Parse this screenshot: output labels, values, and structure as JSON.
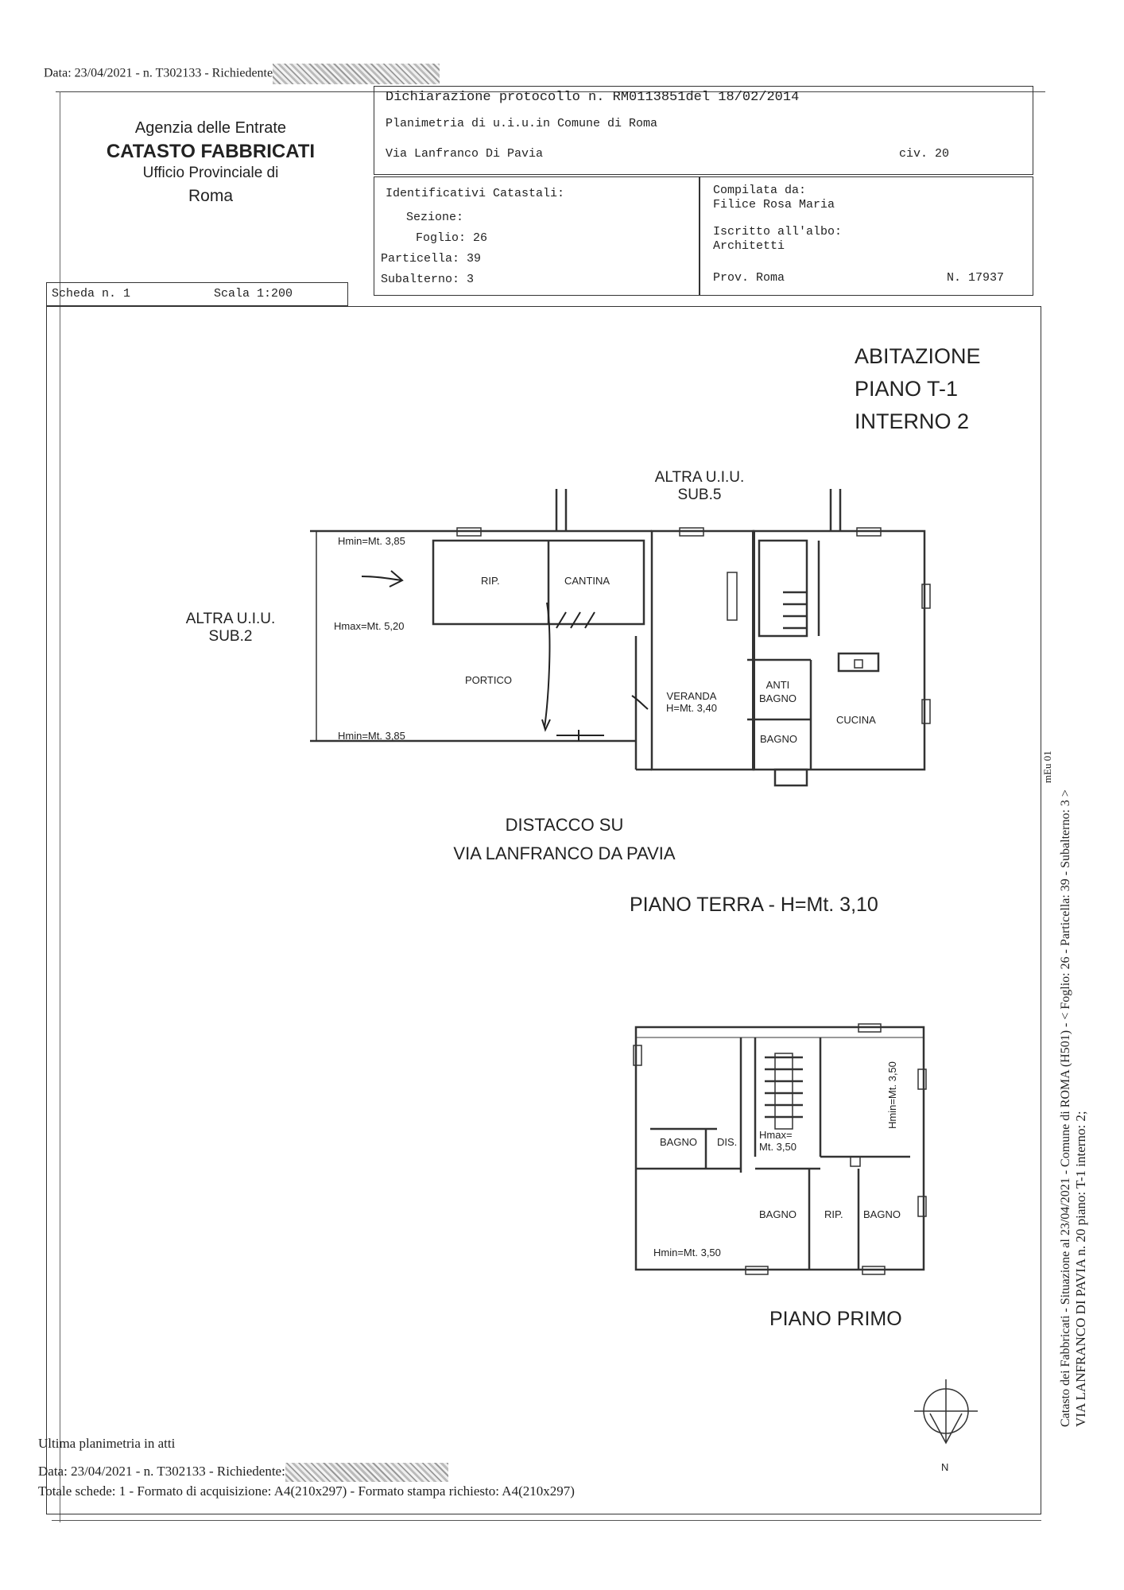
{
  "header": {
    "top_line": "Data: 23/04/2021 - n. T302133 - Richiedente"
  },
  "agency": {
    "line1": "Agenzia delle Entrate",
    "line2": "CATASTO FABBRICATI",
    "line3": "Ufficio Provinciale di",
    "line4": "Roma"
  },
  "protocol": {
    "line1": "Dichiarazione protocollo n. RM0113851del  18/02/2014",
    "line2": "Planimetria di u.i.u.in Comune di Roma",
    "address": "Via Lanfranco Di Pavia",
    "civ": "civ. 20"
  },
  "identifiers": {
    "title": "Identificativi Catastali:",
    "sezione": "Sezione:",
    "foglio": "Foglio: 26",
    "particella": "Particella: 39",
    "subalterno": "Subalterno: 3"
  },
  "compiler": {
    "label": "Compilata da:",
    "name": "Filice Rosa Maria",
    "albo_label": "Iscritto all'albo:",
    "albo": "Architetti",
    "prov": "Prov. Roma",
    "number": "N. 17937"
  },
  "sheet": {
    "scheda": "Scheda n. 1",
    "scala": "Scala 1:200"
  },
  "plan": {
    "title1": "ABITAZIONE",
    "title2": "PIANO T-1",
    "title3": "INTERNO 2",
    "altra_top1": "ALTRA U.I.U.",
    "altra_top2": "SUB.5",
    "altra_left1": "ALTRA U.I.U.",
    "altra_left2": "SUB.2",
    "hmin_top": "Hmin=Mt. 3,85",
    "hmax": "Hmax=Mt. 5,20",
    "hmin_bottom": "Hmin=Mt. 3,85",
    "rip": "RIP.",
    "cantina": "CANTINA",
    "portico": "PORTICO",
    "veranda1": "VERANDA",
    "veranda2": "H=Mt. 3,40",
    "anti1": "ANTI",
    "anti2": "BAGNO",
    "bagno": "BAGNO",
    "cucina": "CUCINA",
    "distacco1": "DISTACCO SU",
    "distacco2": "VIA LANFRANCO DA PAVIA",
    "piano_terra": "PIANO TERRA - H=Mt. 3,10",
    "p1_bagno_left": "BAGNO",
    "p1_dis": "DIS.",
    "p1_hmax1": "Hmax=",
    "p1_hmax2": "Mt. 3,50",
    "p1_hmin_right": "Hmin=Mt. 3,50",
    "p1_bagno_mid": "BAGNO",
    "p1_rip": "RIP.",
    "p1_bagno_right": "BAGNO",
    "p1_hmin_bottom": "Hmin=Mt. 3,50",
    "piano_primo": "PIANO PRIMO",
    "north": "N"
  },
  "side": {
    "line1": "Catasto dei Fabbricati - Situazione al 23/04/2021 - Comune di ROMA (H501) - < Foglio: 26 - Particella: 39 - Subalterno: 3 >",
    "line2": "VIA LANFRANCO DI PAVIA n. 20 piano: T-1 interno: 2;",
    "stamp": "mEu 01"
  },
  "footer": {
    "ultima": "Ultima planimetria in atti",
    "data_line": "Data: 23/04/2021 - n. T302133 - Richiedente:",
    "totale": "Totale schede: 1 - Formato di acquisizione: A4(210x297)  - Formato stampa richiesto: A4(210x297)"
  }
}
